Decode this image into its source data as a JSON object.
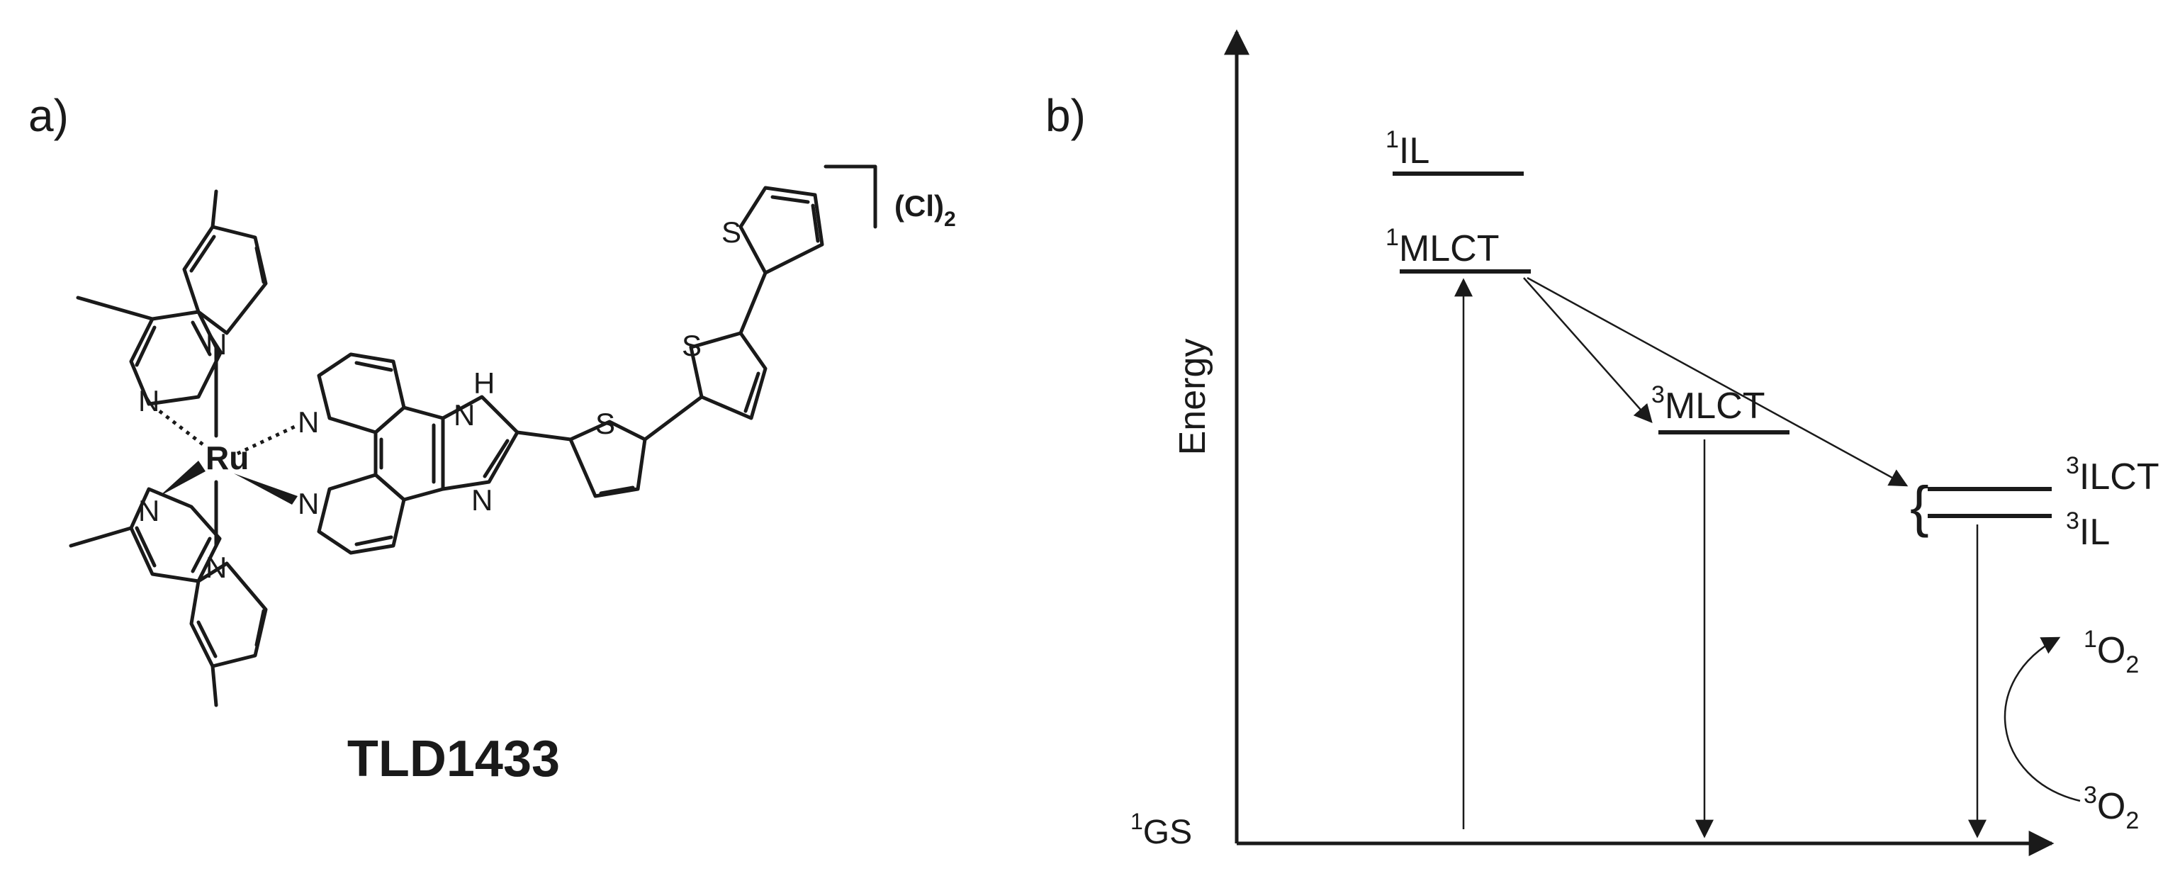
{
  "panel_a": {
    "label": "a)",
    "compound_name": "TLD1433",
    "metal": "Ru",
    "counterion": "(Cl)",
    "counterion_subscript": "2",
    "atoms": {
      "N": "N",
      "S": "S",
      "H": "H"
    }
  },
  "panel_b": {
    "label": "b)",
    "y_axis_label": "Energy",
    "ground_state": {
      "sup": "1",
      "main": "GS"
    },
    "levels": {
      "il1": {
        "sup": "1",
        "main": "IL"
      },
      "mlct1": {
        "sup": "1",
        "main": "MLCT"
      },
      "mlct3": {
        "sup": "3",
        "main": "MLCT"
      },
      "ilct3": {
        "sup": "3",
        "main": "ILCT"
      },
      "il3": {
        "sup": "3",
        "main": "IL"
      }
    },
    "oxygen": {
      "singlet": {
        "sup": "1",
        "main": "O",
        "sub": "2"
      },
      "triplet": {
        "sup": "3",
        "main": "O",
        "sub": "2"
      }
    },
    "bracket": "{"
  }
}
